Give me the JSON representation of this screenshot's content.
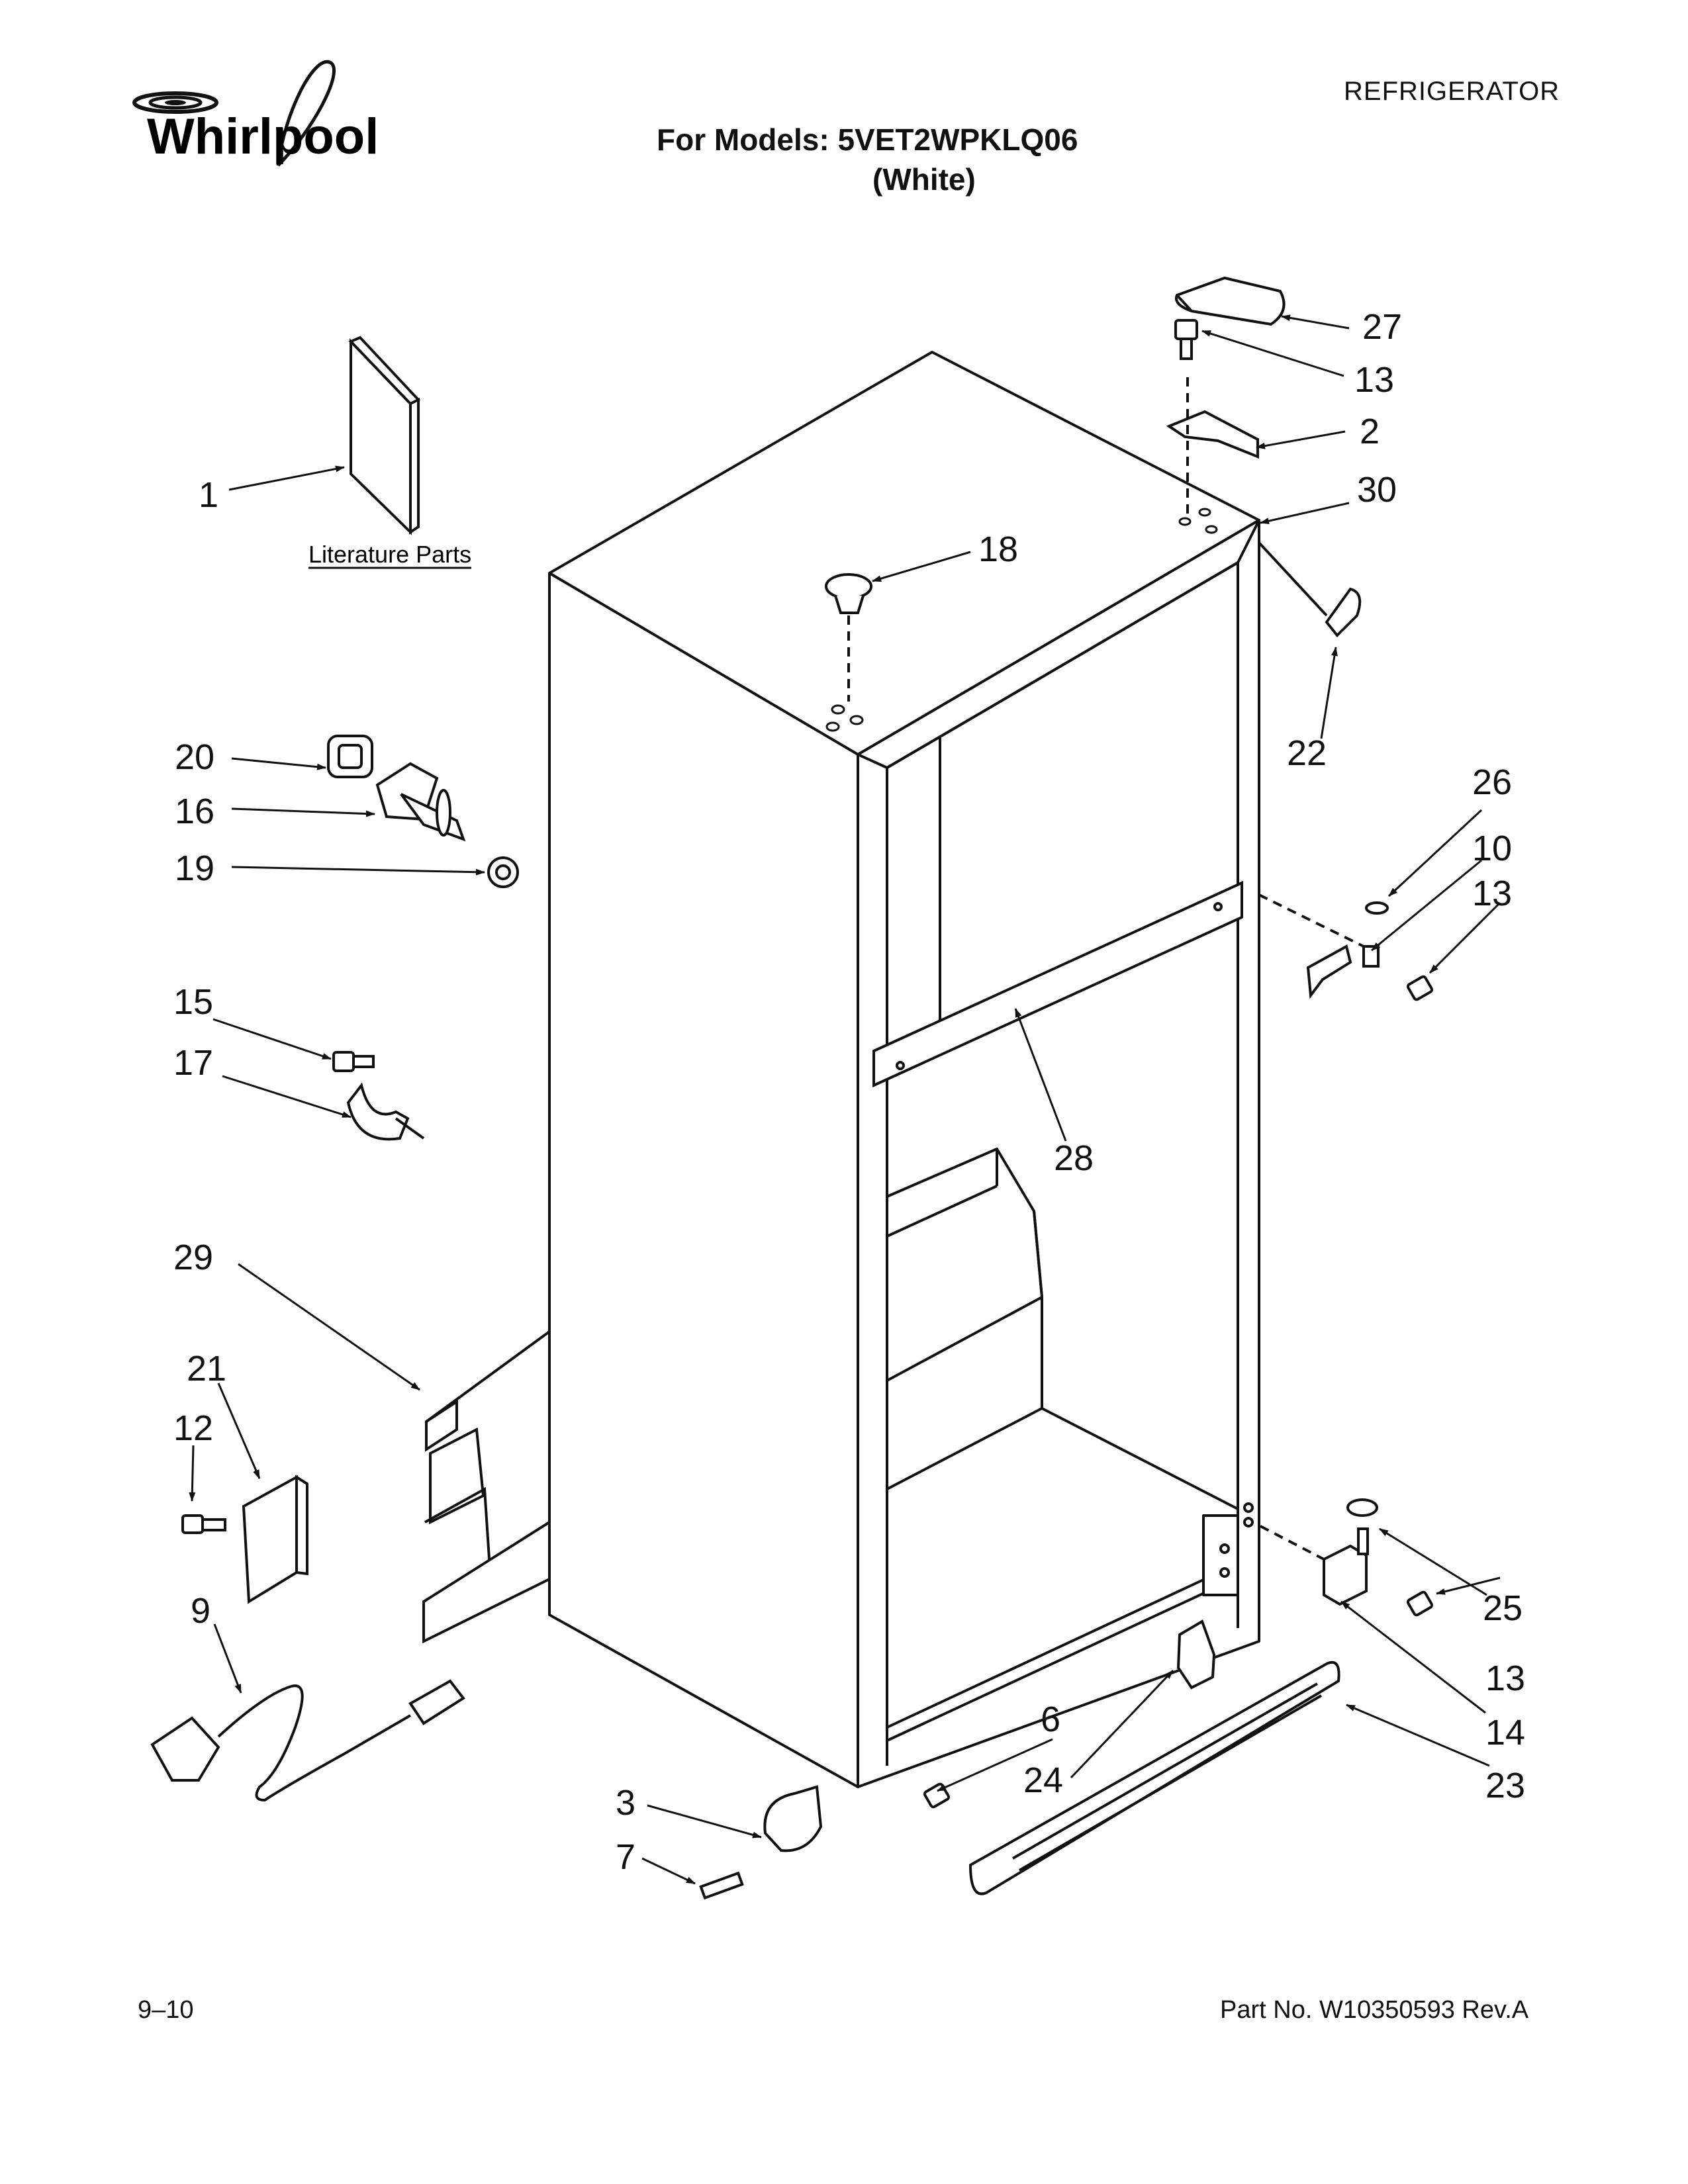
{
  "header": {
    "brand": "Whirlpool",
    "category": "REFRIGERATOR",
    "models_line": "For Models: 5VET2WPKLQ06",
    "color_line": "(White)"
  },
  "literature_label": "Literature Parts",
  "footer": {
    "page_code": "9–10",
    "part_number": "Part No. W10350593 Rev.A"
  },
  "callouts": {
    "c1": "1",
    "c2": "2",
    "c3": "3",
    "c6": "6",
    "c7": "7",
    "c9": "9",
    "c10": "10",
    "c12": "12",
    "c13a": "13",
    "c13b": "13",
    "c13c": "13",
    "c14": "14",
    "c15": "15",
    "c16": "16",
    "c17": "17",
    "c18": "18",
    "c19": "19",
    "c20": "20",
    "c21": "21",
    "c22": "22",
    "c23": "23",
    "c24": "24",
    "c25": "25",
    "c26": "26",
    "c27": "27",
    "c28": "28",
    "c29": "29",
    "c30": "30"
  }
}
